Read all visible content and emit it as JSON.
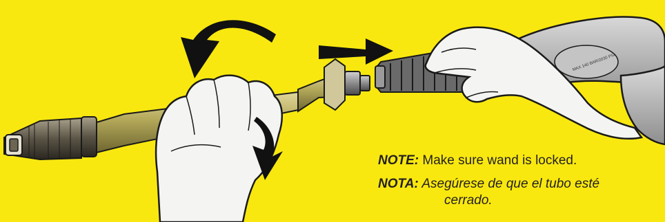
{
  "colors": {
    "background": "#f9e80f",
    "text": "#231f20",
    "outline": "#1a1a1a",
    "skin": "#f4f4f2",
    "wand_metal": "#b4a95a",
    "connector": "#8c8c8c",
    "arrow": "#111111"
  },
  "notes": {
    "en_label": "NOTE:",
    "en_text": " Make sure wand is locked.",
    "es_label": "NOTA:",
    "es_text": " Asegúrese de que el tubo esté",
    "es_text_cont": "cerrado."
  },
  "icons": {
    "rotate_arrow": "rotate-arrow-icon",
    "push_arrow": "push-arrow-icon"
  },
  "gun_label": "MAX 140 BAR/2030 PSI"
}
